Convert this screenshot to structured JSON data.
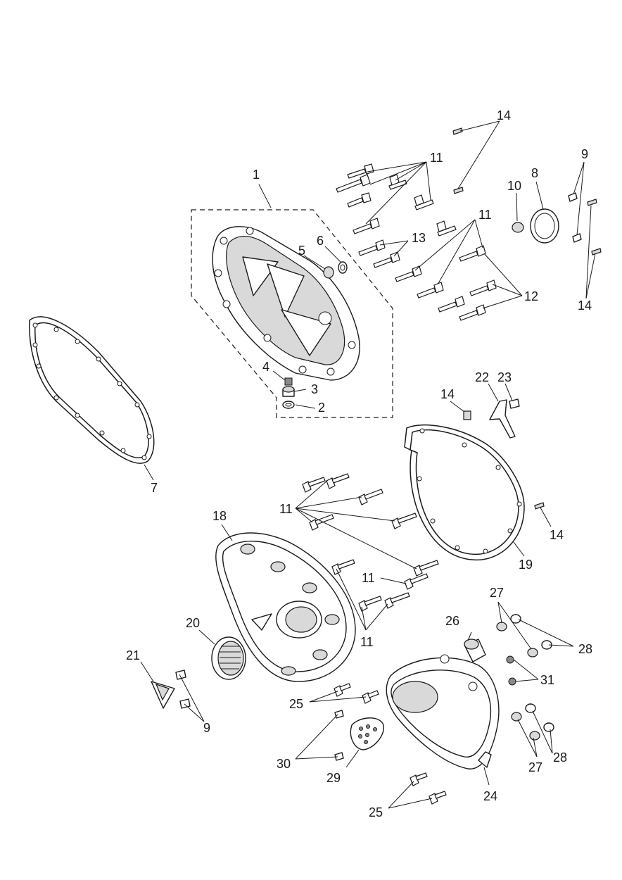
{
  "callouts": {
    "c1": "1",
    "c2": "2",
    "c3": "3",
    "c4": "4",
    "c5": "5",
    "c6": "6",
    "c7": "7",
    "c8": "8",
    "c9a": "9",
    "c9b": "9",
    "c10": "10",
    "c11a": "11",
    "c11b": "11",
    "c11c": "11",
    "c11d": "11",
    "c11e": "11",
    "c12": "12",
    "c13": "13",
    "c14a": "14",
    "c14b": "14",
    "c14c": "14",
    "c14d": "14",
    "c18": "18",
    "c19": "19",
    "c20": "20",
    "c21": "21",
    "c22": "22",
    "c23": "23",
    "c24": "24",
    "c25a": "25",
    "c25b": "25",
    "c26": "26",
    "c27a": "27",
    "c27b": "27",
    "c28a": "28",
    "c28b": "28",
    "c29": "29",
    "c30": "30",
    "c31": "31"
  },
  "colors": {
    "line": "#1a1a1a",
    "shade": "#d9d9d9",
    "background": "#ffffff"
  }
}
